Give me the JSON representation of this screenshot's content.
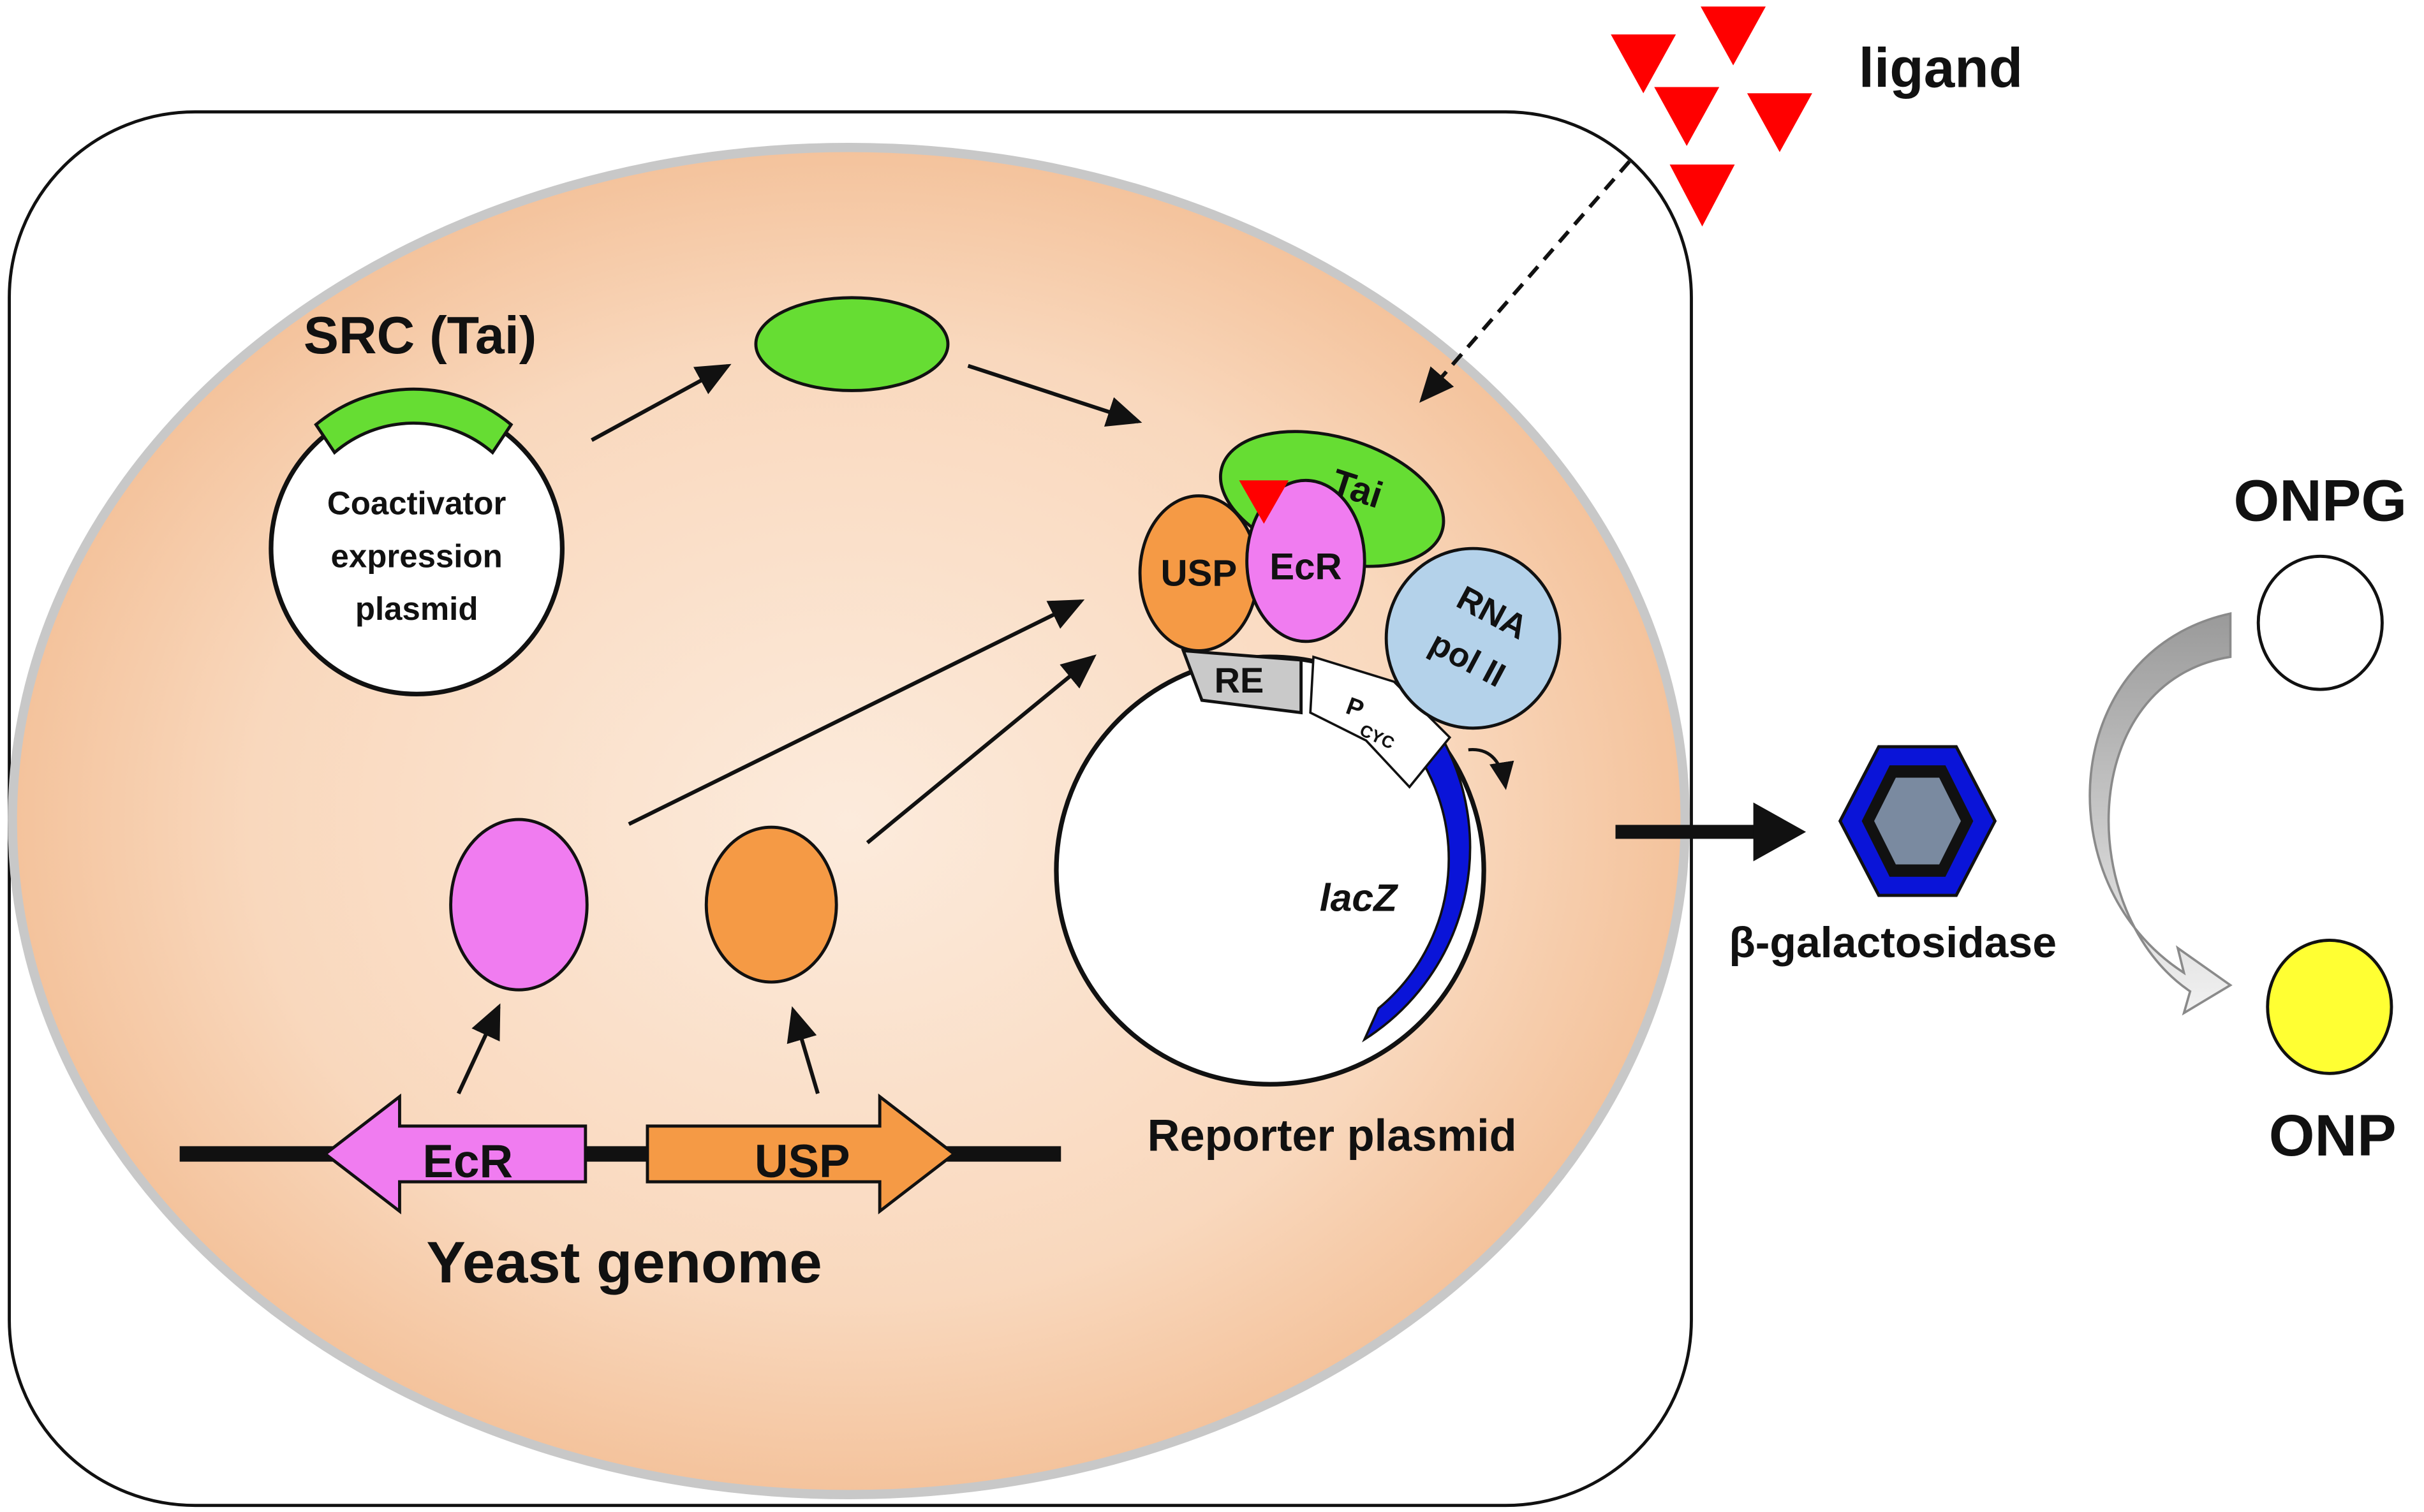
{
  "labels": {
    "ligand": "ligand",
    "src": "SRC (Tai)",
    "coactivator_line1": "Coactivator",
    "coactivator_line2": "expression",
    "coactivator_line3": "plasmid",
    "tai": "Tai",
    "usp": "USP",
    "ecr": "EcR",
    "rna_line1": "RNA",
    "rna_line2": "pol II",
    "re": "RE",
    "pcyc_p": "P",
    "pcyc_sub": "CYC",
    "lacz": "lacZ",
    "reporter": "Reporter plasmid",
    "gene_ecr": "EcR",
    "gene_usp": "USP",
    "yeast_genome": "Yeast genome",
    "beta_gal": "β-galactosidase",
    "onpg": "ONPG",
    "onp": "ONP"
  },
  "colors": {
    "ligand": "#ff0000",
    "tai": "#66dd33",
    "ecr": "#f07cf0",
    "usp": "#f59a45",
    "rna_pol": "#b4d2ea",
    "lacz": "#0a14d8",
    "onp": "#ffff33",
    "beta_gal_outer": "#0a14d8",
    "beta_gal_inner": "#7a8aa0",
    "nucleus_center": "#fbe4d2",
    "nucleus_edge": "#f4c49c"
  }
}
